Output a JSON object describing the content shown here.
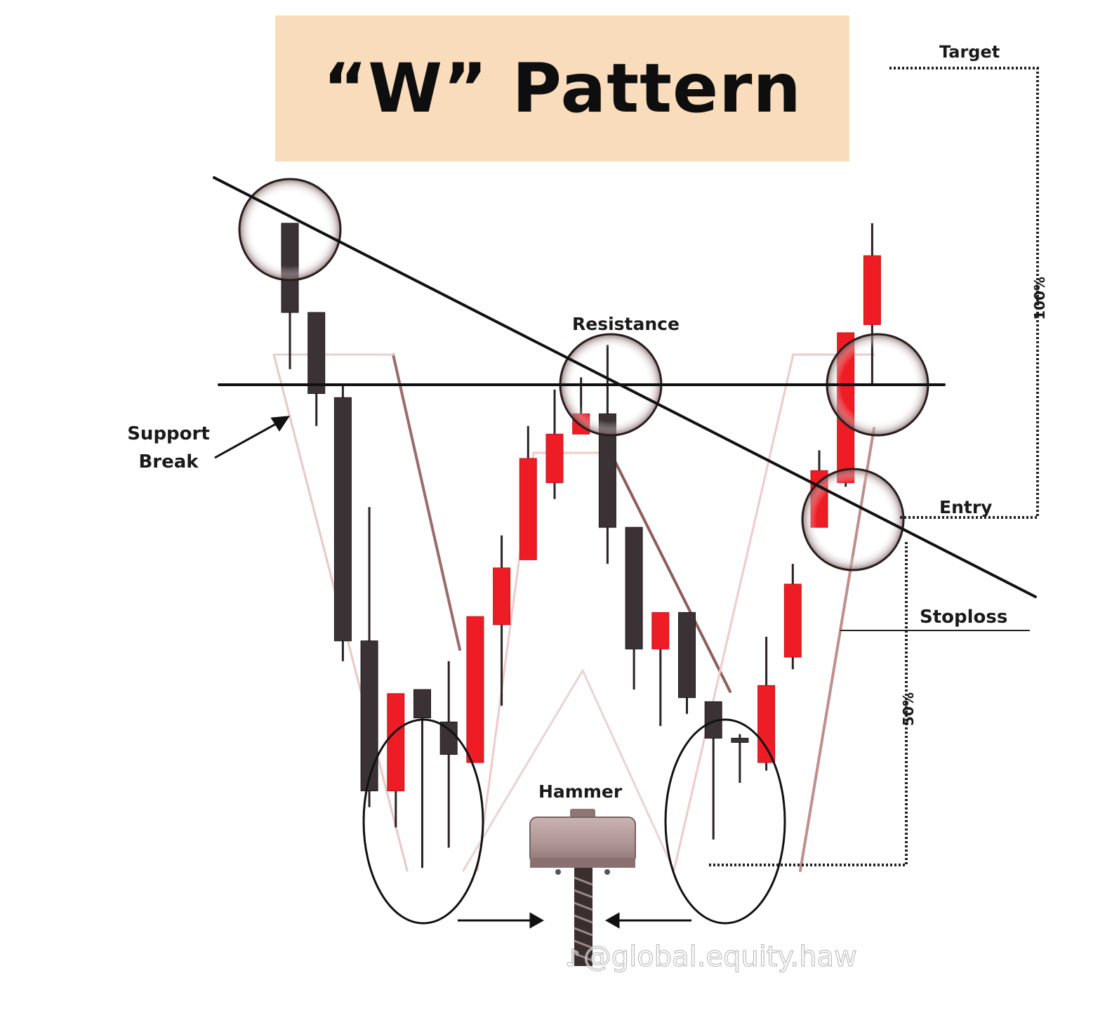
{
  "title": "“W” Pattern",
  "labels": {
    "target": "Target",
    "resistance": "Resistance",
    "support_break_line1": "Support",
    "support_break_line2": "Break",
    "entry": "Entry",
    "stoploss": "Stoploss",
    "hammer": "Hammer",
    "pct_100": "100%",
    "pct_50": "50%"
  },
  "watermark": "@global.equity.haw",
  "colors": {
    "bullish": "#ee1c24",
    "bearish": "#3a3234",
    "title_bg": "#f8dcbc",
    "line": "#111111"
  },
  "candles": [
    {
      "type": "bearish",
      "open": 100,
      "close": 78,
      "high": 100,
      "low": 64
    },
    {
      "type": "bearish",
      "open": 78,
      "close": 58,
      "high": 78,
      "low": 50
    },
    {
      "type": "bearish",
      "open": 57,
      "close": -3,
      "high": 60,
      "low": -8
    },
    {
      "type": "bearish",
      "open": -3,
      "close": -40,
      "high": 30,
      "low": -44
    },
    {
      "type": "bullish",
      "open": -40,
      "close": -16,
      "high": -16,
      "low": -49
    },
    {
      "type": "bearish",
      "open": -15,
      "close": -22,
      "high": -15,
      "low": -59
    },
    {
      "type": "bearish",
      "open": -23,
      "close": -31,
      "high": -8,
      "low": -54
    },
    {
      "type": "bullish",
      "open": -33,
      "close": 3,
      "high": 3,
      "low": -33
    },
    {
      "type": "bullish",
      "open": 1,
      "close": 15,
      "high": 23,
      "low": -19
    },
    {
      "type": "bullish",
      "open": 17,
      "close": 42,
      "high": 50,
      "low": 17
    },
    {
      "type": "bullish",
      "open": 36,
      "close": 48,
      "high": 59,
      "low": 32
    },
    {
      "type": "bullish",
      "open": 48,
      "close": 53,
      "high": 62,
      "low": 48
    },
    {
      "type": "bearish",
      "open": 53,
      "close": 25,
      "high": 70,
      "low": 16
    },
    {
      "type": "bearish",
      "open": 25,
      "close": -5,
      "high": 25,
      "low": -15
    },
    {
      "type": "bullish",
      "open": -5,
      "close": 4,
      "high": 4,
      "low": -24
    },
    {
      "type": "bearish",
      "open": 4,
      "close": -17,
      "high": 4,
      "low": -21
    },
    {
      "type": "bearish",
      "open": -18,
      "close": -27,
      "high": -18,
      "low": -52
    },
    {
      "type": "bearish",
      "open": -27,
      "close": -28,
      "high": -26,
      "low": -38
    },
    {
      "type": "bullish",
      "open": -33,
      "close": -14,
      "high": -2,
      "low": -35
    },
    {
      "type": "bullish",
      "open": -7,
      "close": 11,
      "high": 16,
      "low": -10
    },
    {
      "type": "bullish",
      "open": 25,
      "close": 39,
      "high": 44,
      "low": 25
    },
    {
      "type": "bullish",
      "open": 36,
      "close": 73,
      "high": 73,
      "low": 35
    },
    {
      "type": "bullish",
      "open": 75,
      "close": 92,
      "high": 100,
      "low": 60
    }
  ]
}
